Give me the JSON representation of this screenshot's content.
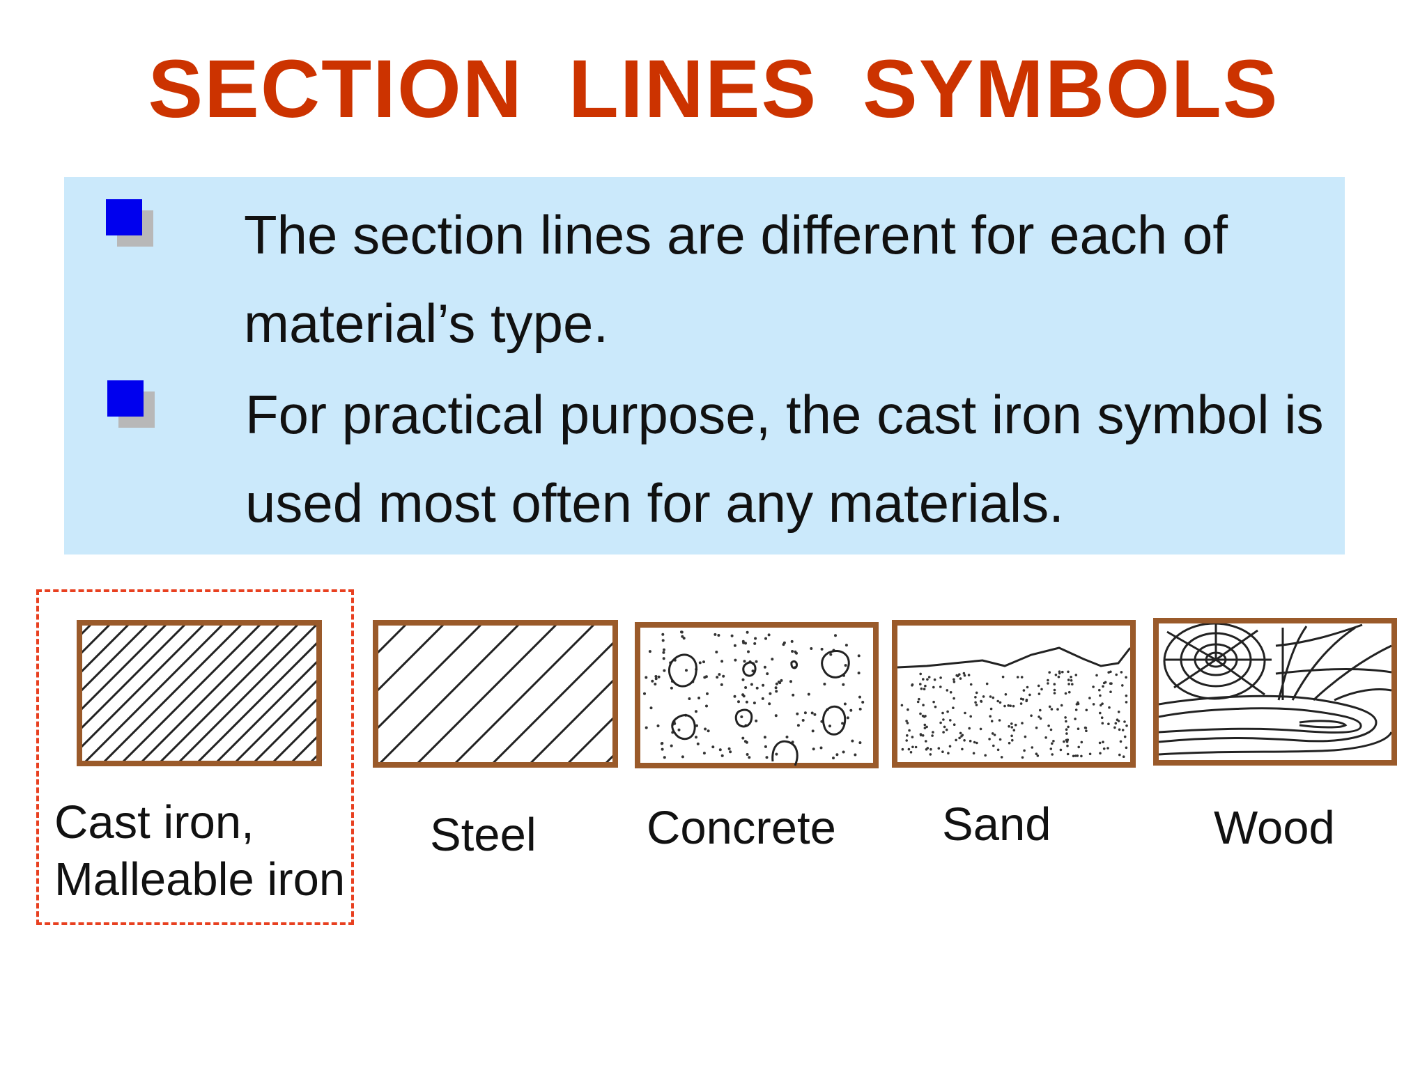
{
  "title": "SECTION  LINES  SYMBOLS",
  "bullets": [
    {
      "text": "The section lines are different for each of material’s type."
    },
    {
      "text": "For practical purpose, the cast iron symbol is used most often for any materials."
    }
  ],
  "materials": [
    {
      "name": "cast-iron",
      "label": "Cast iron,\nMalleable iron",
      "highlighted": true
    },
    {
      "name": "steel",
      "label": "Steel"
    },
    {
      "name": "concrete",
      "label": "Concrete"
    },
    {
      "name": "sand",
      "label": "Sand"
    },
    {
      "name": "wood",
      "label": "Wood"
    }
  ],
  "colors": {
    "title": "#cc3300",
    "box_background": "#cbe9fb",
    "bullet": "#0000ee",
    "bullet_shadow": "#b8b8b8",
    "symbol_border": "#9a5a2a",
    "highlight_frame": "#e84020"
  }
}
